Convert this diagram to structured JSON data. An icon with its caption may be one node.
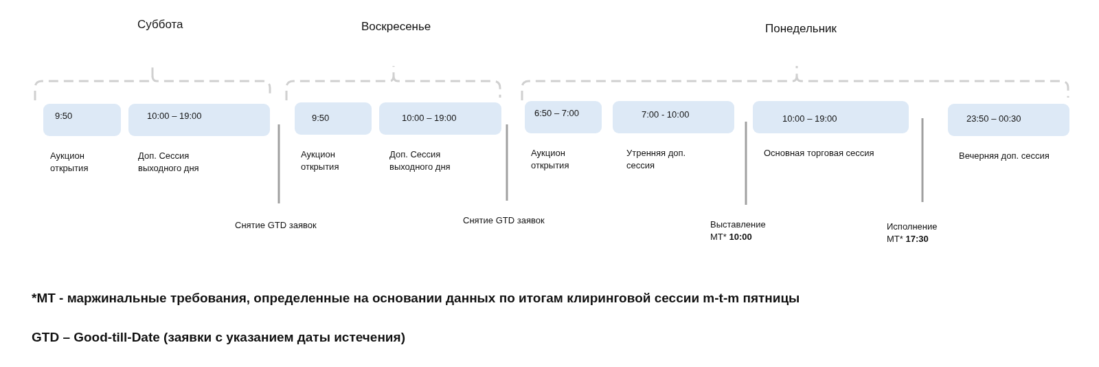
{
  "diagram": {
    "nodes": [
      {
        "text": [
          "9:50"
        ],
        "beside": [
          "Аукцион открытия"
        ]
      },
      {
        "text": [
          "10:00 – 19:00"
        ],
        "beside": [
          "Доп. Сессия выходного дня"
        ]
      },
      {
        "text": [
          "9:50"
        ],
        "beside": [
          "Аукцион открытия"
        ]
      },
      {
        "text": [
          "10:00 – 19:00"
        ],
        "beside": [
          "Доп. Сессия выходного дня"
        ]
      },
      {
        "text": [
          "6:50 – 7:00"
        ],
        "beside": [
          "Аукцион открытия"
        ]
      },
      {
        "text": [
          "7:00 - 10:00"
        ],
        "beside": [
          "Утренняя доп. сессия"
        ]
      },
      {
        "text": [
          "10:00 – 19:00"
        ],
        "beside": [
          "Основная торговая сессия"
        ]
      },
      {
        "text": [
          "23:50 – 00:30"
        ],
        "beside": [
          "Вечерняя доп. сессия"
        ]
      }
    ],
    "labels": [
      "Суббота",
      "Воскресенье",
      "Понедельник",
      "Снятие GTD заявок",
      "Снятие GTD заявок",
      "Выставление МТ* **10:00**",
      "Исполнение МТ* **17:30**",
      "*МТ - маржинальные требования, определенные на основании данных по итогам клиринговой сессии m-t-m пятницы",
      "GTD – Good-till-Date (заявки с указанием даты истечения)"
    ]
  }
}
